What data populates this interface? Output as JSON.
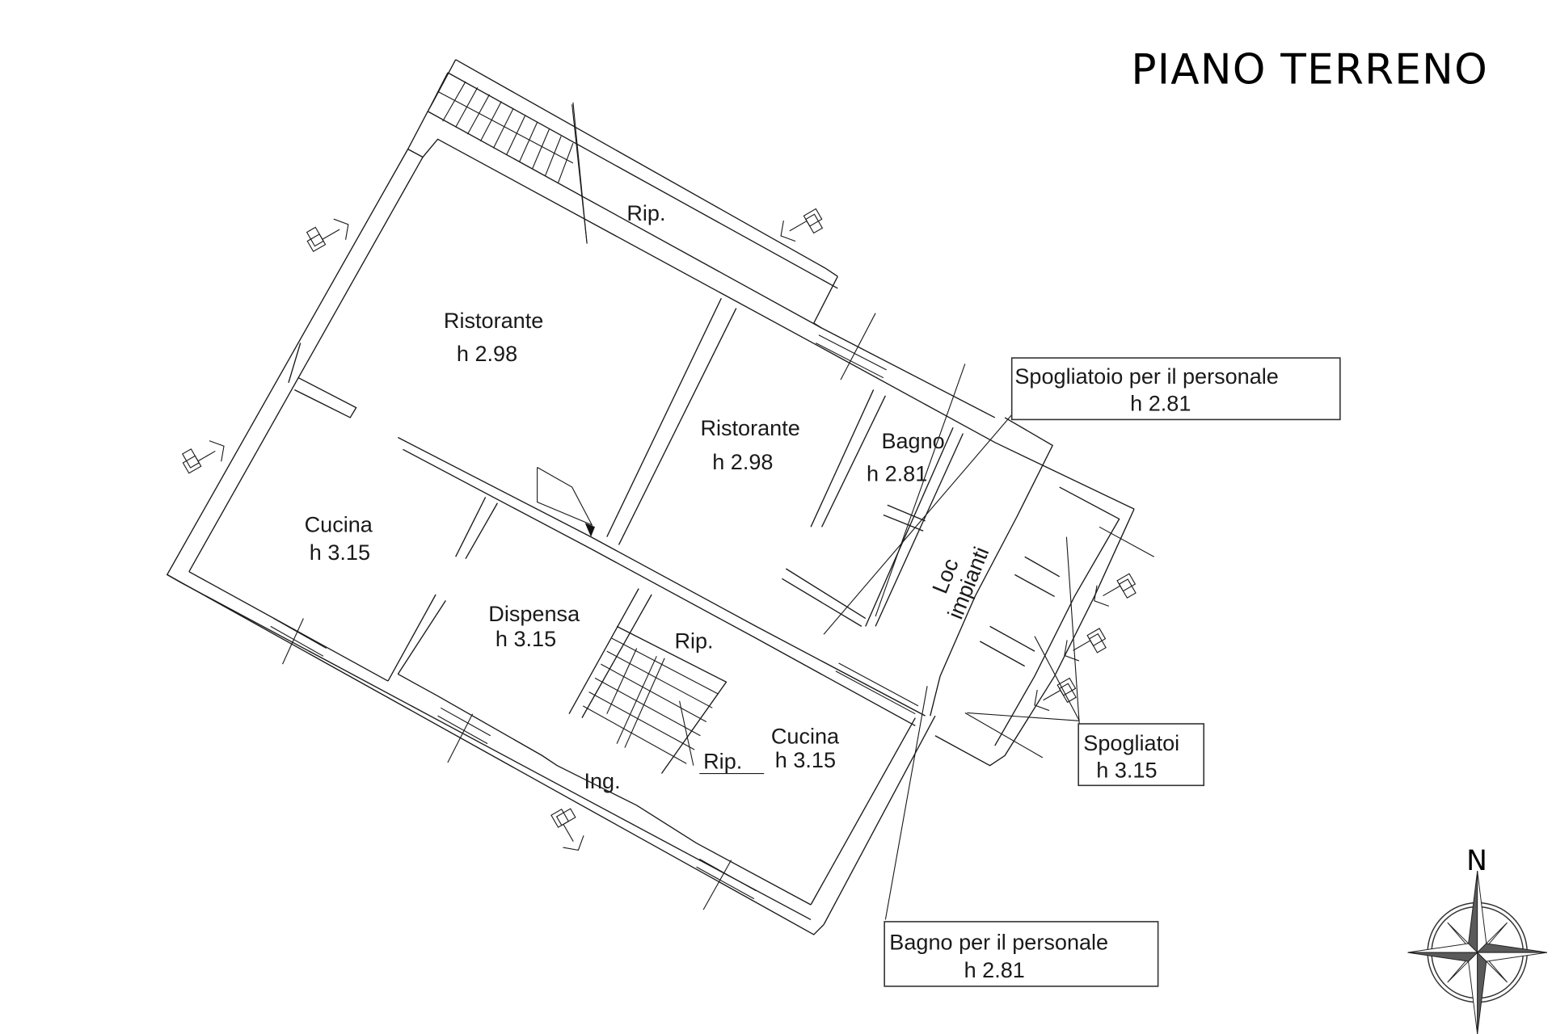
{
  "title": "PIANO TERRENO",
  "compass": {
    "north_label": "N",
    "icon": "compass-rose-icon"
  },
  "rooms": [
    {
      "id": "ristorante-1",
      "name": "Ristorante",
      "height": "h 2.98"
    },
    {
      "id": "ristorante-2",
      "name": "Ristorante",
      "height": "h 2.98"
    },
    {
      "id": "cucina-1",
      "name": "Cucina",
      "height": "h 3.15"
    },
    {
      "id": "dispensa",
      "name": "Dispensa",
      "height": "h 3.15"
    },
    {
      "id": "cucina-2",
      "name": "Cucina",
      "height": "h 3.15"
    },
    {
      "id": "bagno",
      "name": "Bagno",
      "height": "h 2.81"
    },
    {
      "id": "loc-impianti",
      "name_line1": "Loc",
      "name_line2": "impianti"
    }
  ],
  "small_labels": {
    "rip_top": "Rip.",
    "rip_stair": "Rip.",
    "rip_under": "Rip.",
    "ingresso": "Ing."
  },
  "callouts": [
    {
      "id": "spogliatoio-personale",
      "name": "Spogliatoio per il personale",
      "height": "h 2.81"
    },
    {
      "id": "spogliatoi",
      "name": "Spogliatoi",
      "height": "h 3.15"
    },
    {
      "id": "bagno-personale",
      "name": "Bagno per il personale",
      "height": "h 2.81"
    }
  ]
}
